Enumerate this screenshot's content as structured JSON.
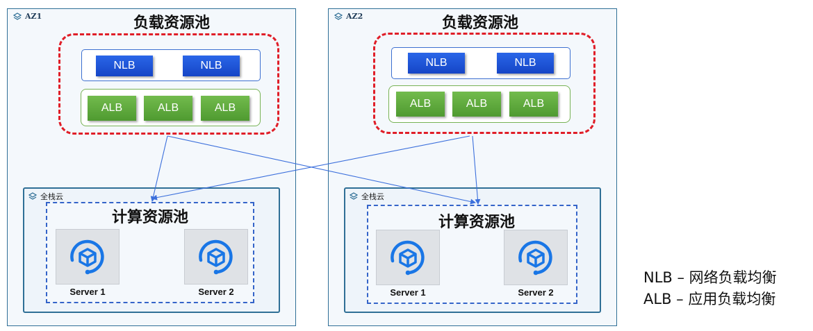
{
  "zones": [
    {
      "label": "AZ1",
      "lb_pool_title": "负载资源池",
      "nlb": [
        "NLB",
        "NLB"
      ],
      "alb": [
        "ALB",
        "ALB",
        "ALB"
      ],
      "stack_label": "全栈云",
      "compute_title": "计算资源池",
      "servers": [
        "Server 1",
        "Server 2"
      ]
    },
    {
      "label": "AZ2",
      "lb_pool_title": "负载资源池",
      "nlb": [
        "NLB",
        "NLB"
      ],
      "alb": [
        "ALB",
        "ALB",
        "ALB"
      ],
      "stack_label": "全栈云",
      "compute_title": "计算资源池",
      "servers": [
        "Server 1",
        "Server 2"
      ]
    }
  ],
  "legend": [
    "NLB – 网络负载均衡",
    "ALB – 应用负载均衡"
  ],
  "colors": {
    "zone_border": "#2f6f96",
    "lb_pool_border": "#e01e28",
    "nlb_fill": "#1f56d8",
    "alb_fill": "#5fa83c",
    "compute_border": "#3464c9",
    "link": "#3b6fdc"
  },
  "icons": {
    "zone": "layers-icon",
    "stack": "layers-icon",
    "server": "server-cube-icon"
  }
}
